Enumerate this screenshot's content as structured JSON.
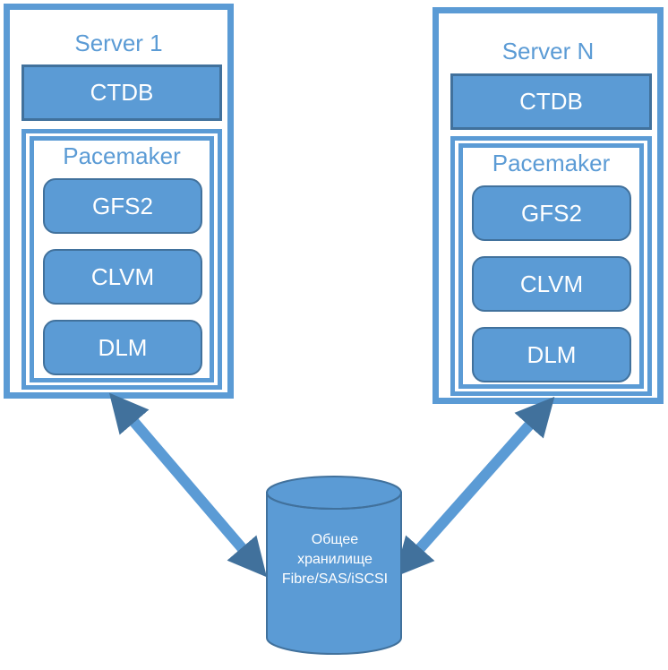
{
  "servers": [
    {
      "title": "Server 1",
      "ctdb": "CTDB",
      "pacemaker": {
        "title": "Pacemaker",
        "modules": [
          "GFS2",
          "CLVM",
          "DLM"
        ]
      }
    },
    {
      "title": "Server N",
      "ctdb": "CTDB",
      "pacemaker": {
        "title": "Pacemaker",
        "modules": [
          "GFS2",
          "CLVM",
          "DLM"
        ]
      }
    }
  ],
  "storage": {
    "lines": [
      "Общее",
      "хранилище",
      "Fibre/SAS/iSCSI"
    ]
  },
  "colors": {
    "fill": "#5b9bd5",
    "stroke": "#41719c",
    "text_on_fill": "#ffffff"
  }
}
